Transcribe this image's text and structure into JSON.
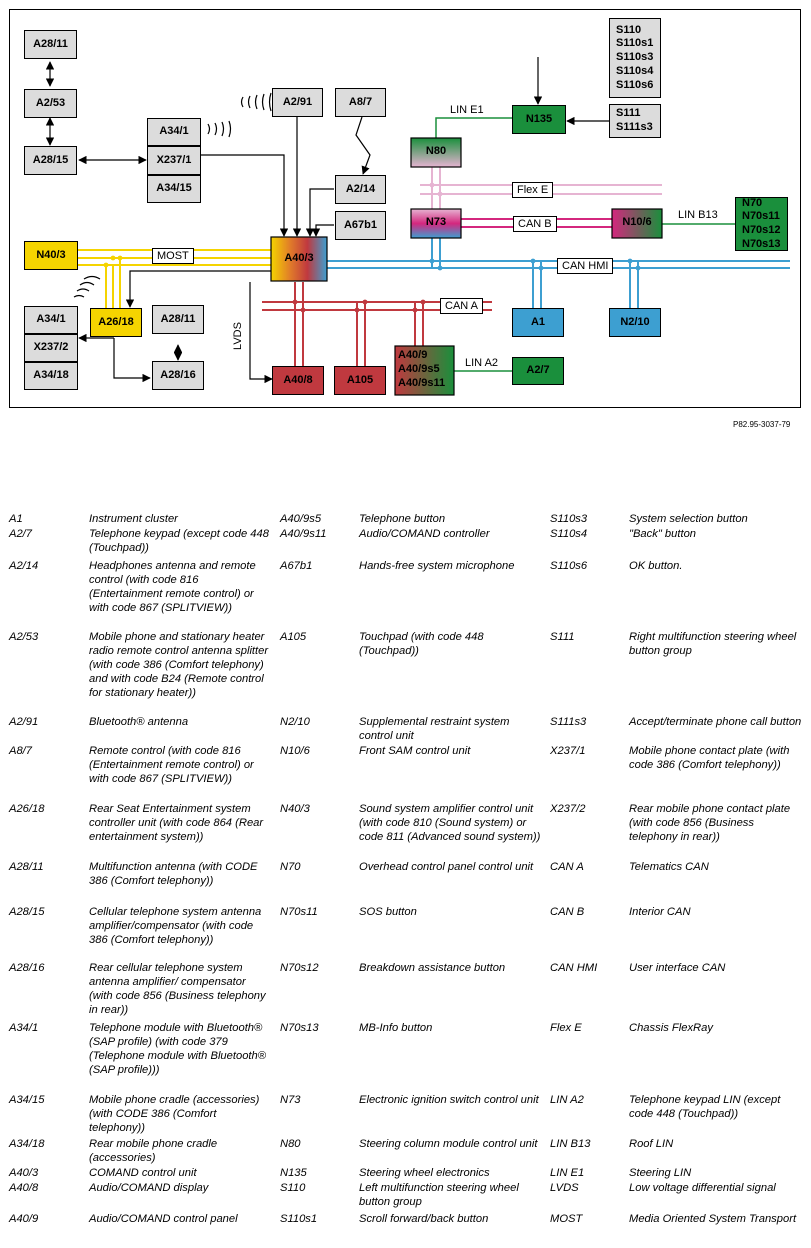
{
  "diagram": {
    "reference": "P82.95-3037-79",
    "components": {
      "a28_11_top": "A28/11",
      "a2_53": "A2/53",
      "a28_15": "A28/15",
      "a34_1_top": "A34/1",
      "x237_1": "X237/1",
      "a34_15": "A34/15",
      "a2_91": "A2/91",
      "a8_7": "A8/7",
      "a2_14": "A2/14",
      "a67b1": "A67b1",
      "s110_group": [
        "S110",
        "S110s1",
        "S110s3",
        "S110s4",
        "S110s6"
      ],
      "n135": "N135",
      "s111_group": [
        "S111",
        "S111s3"
      ],
      "n80": "N80",
      "n73": "N73",
      "n10_6": "N10/6",
      "n70_group": [
        "N70",
        "N70s11",
        "N70s12",
        "N70s13"
      ],
      "n40_3": "N40/3",
      "a40_3": "A40/3",
      "a26_18": "A26/18",
      "a34_1_bottom": "A34/1",
      "x237_2": "X237/2",
      "a34_18": "A34/18",
      "a28_11_bottom": "A28/11",
      "a28_16": "A28/16",
      "a40_8": "A40/8",
      "a105": "A105",
      "a40_9_group": [
        "A40/9",
        "A40/9s5",
        "A40/9s11"
      ],
      "a2_7": "A2/7",
      "a1": "A1",
      "n2_10": "N2/10"
    },
    "bus_labels": {
      "lin_e1": "LIN E1",
      "flex_e": "Flex E",
      "can_b": "CAN B",
      "lin_b13": "LIN B13",
      "most": "MOST",
      "can_hmi": "CAN HMI",
      "can_a": "CAN A",
      "lvds": "LVDS",
      "lin_a2": "LIN A2"
    },
    "colors": {
      "most": "#f5d400",
      "can_hmi": "#3d9fd1",
      "can_a": "#c0393f",
      "can_b": "#d4277e",
      "flex_e": "#e6b4d2",
      "lin": "#1a8f3c",
      "grey_box": "#dcdcdc",
      "red_box": "#c0393f",
      "blue_box": "#3d9fd1",
      "green_box": "#1a8f3c",
      "yellow_box": "#f5d400"
    }
  },
  "legend": [
    [
      [
        "A1",
        "Instrument cluster"
      ],
      [
        "A40/9s5",
        "Telephone button"
      ],
      [
        "S110s3",
        "System selection button"
      ]
    ],
    [
      [
        "A2/7",
        "Telephone keypad (except code 448 (Touchpad))"
      ],
      [
        "A40/9s11",
        "Audio/COMAND controller"
      ],
      [
        "S110s4",
        "\"Back\" button"
      ]
    ],
    [
      [
        "A2/14",
        "Headphones antenna and remote control (with code 816 (Entertainment remote control) or with code 867 (SPLITVIEW))"
      ],
      [
        "A67b1",
        "Hands-free system microphone"
      ],
      [
        "S110s6",
        "OK button."
      ]
    ],
    [
      [
        "A2/53",
        "Mobile phone and stationary heater radio remote control antenna splitter (with code 386 (Comfort telephony) and with code B24 (Remote control for stationary heater))"
      ],
      [
        "A105",
        "Touchpad (with code 448 (Touchpad))"
      ],
      [
        "S111",
        "Right multifunction steering wheel button group"
      ]
    ],
    [
      [
        "A2/91",
        "Bluetooth® antenna"
      ],
      [
        "N2/10",
        "Supplemental restraint system control unit"
      ],
      [
        "S111s3",
        "Accept/terminate phone call button"
      ]
    ],
    [
      [
        "A8/7",
        "Remote control (with code 816 (Entertainment remote control) or with code 867 (SPLITVIEW))"
      ],
      [
        "N10/6",
        "Front SAM control unit"
      ],
      [
        "X237/1",
        "Mobile phone contact plate (with code 386 (Comfort telephony))"
      ]
    ],
    [
      [
        "A26/18",
        "Rear Seat Entertainment system controller unit (with code 864 (Rear entertainment system))"
      ],
      [
        "N40/3",
        "Sound system amplifier control unit (with code 810 (Sound system) or code 811 (Advanced sound system))"
      ],
      [
        "X237/2",
        "Rear mobile phone contact plate (with code 856 (Business telephony in rear))"
      ]
    ],
    [
      [
        "A28/11",
        "Multifunction antenna (with CODE 386 (Comfort telephony))"
      ],
      [
        "N70",
        "Overhead control panel control unit"
      ],
      [
        "CAN A",
        "Telematics CAN"
      ]
    ],
    [
      [
        "A28/15",
        "Cellular telephone system antenna amplifier/compensator (with code 386 (Comfort telephony))"
      ],
      [
        "N70s11",
        "SOS button"
      ],
      [
        "CAN B",
        "Interior CAN"
      ]
    ],
    [
      [
        "A28/16",
        "Rear cellular telephone system antenna amplifier/ compensator (with code 856 (Business telephony in rear))"
      ],
      [
        "N70s12",
        "Breakdown assistance button"
      ],
      [
        "CAN HMI",
        "User interface CAN"
      ]
    ],
    [
      [
        "A34/1",
        "Telephone module with Bluetooth® (SAP profile) (with code 379 (Telephone module with Bluetooth® (SAP profile)))"
      ],
      [
        "N70s13",
        "MB-Info button"
      ],
      [
        "Flex E",
        "Chassis FlexRay"
      ]
    ],
    [
      [
        "A34/15",
        "Mobile phone cradle (accessories) (with CODE 386 (Comfort telephony))"
      ],
      [
        "N73",
        "Electronic ignition switch control unit"
      ],
      [
        "LIN A2",
        "Telephone keypad LIN (except code 448 (Touchpad))"
      ]
    ],
    [
      [
        "A34/18",
        "Rear mobile phone cradle (accessories)"
      ],
      [
        "N80",
        "Steering column module control unit"
      ],
      [
        "LIN B13",
        "Roof LIN"
      ]
    ],
    [
      [
        "A40/3",
        "COMAND control unit"
      ],
      [
        "N135",
        "Steering wheel electronics"
      ],
      [
        "LIN E1",
        "Steering LIN"
      ]
    ],
    [
      [
        "A40/8",
        "Audio/COMAND display"
      ],
      [
        "S110",
        "Left multifunction steering wheel button group"
      ],
      [
        "LVDS",
        "Low voltage differential signal"
      ]
    ],
    [
      [
        "A40/9",
        "Audio/COMAND control panel"
      ],
      [
        "S110s1",
        "Scroll forward/back button"
      ],
      [
        "MOST",
        "Media Oriented System Transport"
      ]
    ]
  ]
}
